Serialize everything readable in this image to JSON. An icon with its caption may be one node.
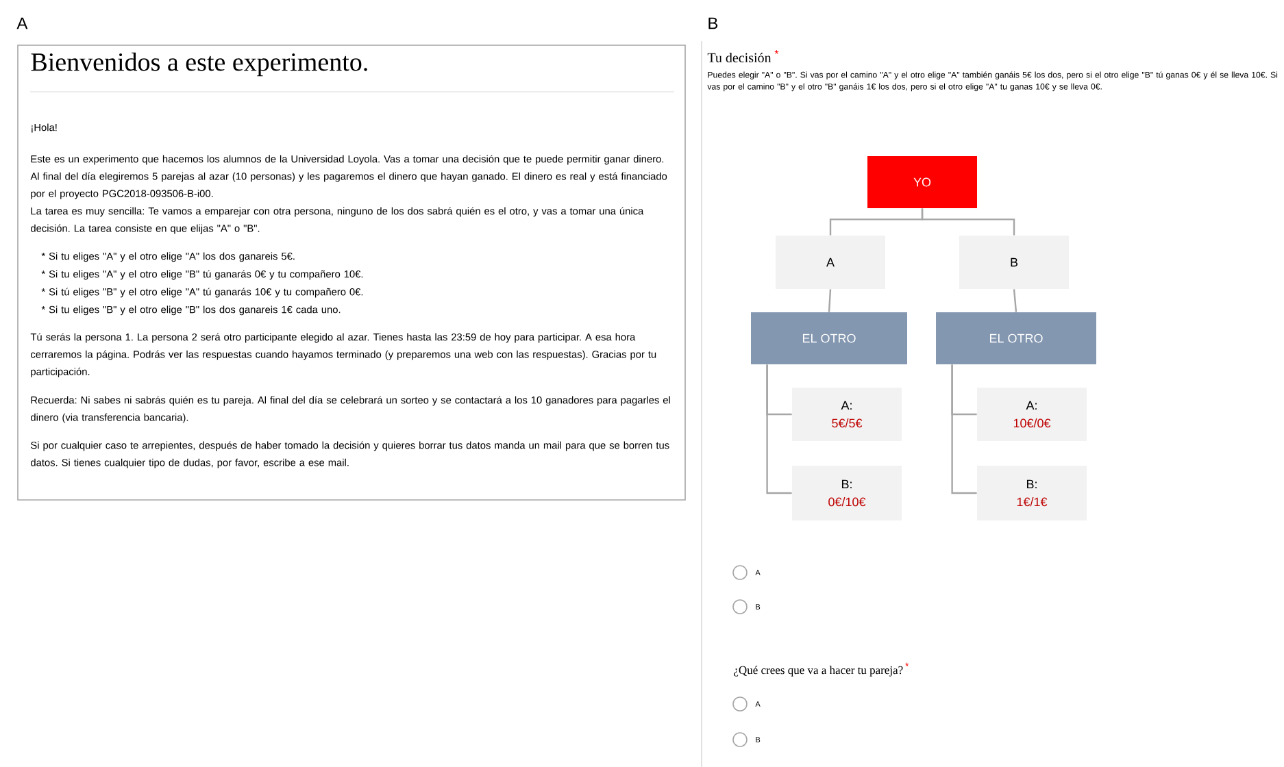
{
  "diagram": {
    "nodes": [
      {
        "text": [
          "Bienvenidos a este experimento.",
          "¡Hola!",
          "Este es un experimento que hacemos los alumnos de la Universidad Loyola. Vas a tomar una decisión que te puede permitir ganar dinero. Al final del día elegiremos 5 parejas al azar (10 personas) y les pagaremos el dinero que hayan ganado. El dinero es real y está financiado por el proyecto PGC2018-093506-B-i00.",
          "La tarea es muy sencilla: Te vamos a emparejar con otra persona, ninguno de los dos sabrá quién es el otro, y vas a tomar una única decisión. La tarea consiste en que elijas \"A\" o \"B\".",
          "* Si tu eliges \"A\" y el otro elige \"A\" los dos ganareis 5€.",
          "* Si tu eliges \"A\" y el otro elige \"B\" tú ganarás 0€ y tu compañero 10€.",
          "* Si tú eliges \"B\" y el otro elige \"A\" tú ganarás 10€ y tu compañero 0€.",
          "* Si tu eliges \"B\" y el otro elige \"B\" los dos ganareis 1€ cada uno.",
          "Tú serás la persona 1. La persona 2 será otro participante elegido al azar. Tienes hasta las 23:59 de hoy para participar. A esa hora cerraremos la página. Podrás ver las respuestas cuando hayamos terminado (y preparemos una web con las respuestas). Gracias por tu participación.",
          "Recuerda: Ni sabes ni sabrás quién es tu pareja. Al final del día se celebrará un sorteo y se contactará a los 10 ganadores para pagarles el dinero (via transferencia bancaria).",
          "Si por cualquier caso te arrepientes, después de haber tomado la decisión y quieres borrar tus datos manda un mail para que se borren tus datos. Si tienes cualquier tipo de dudas, por favor, escribe a ese mail."
        ]
      },
      {
        "text": [
          "YO"
        ]
      },
      {
        "text": [
          "A"
        ]
      },
      {
        "text": [
          "B"
        ]
      },
      {
        "text": [
          "EL OTRO"
        ]
      },
      {
        "text": [
          "EL OTRO"
        ]
      },
      {
        "text": [
          "A:",
          "5€/5€"
        ]
      },
      {
        "text": [
          "B:",
          "0€/10€"
        ]
      },
      {
        "text": [
          "A:",
          "10€/0€"
        ]
      },
      {
        "text": [
          "B:",
          "1€/1€"
        ]
      }
    ],
    "edges": [
      {
        "from": 1,
        "to": 2,
        "arrow": "none"
      },
      {
        "from": 1,
        "to": 3,
        "arrow": "none"
      },
      {
        "from": 2,
        "to": 4,
        "arrow": "none"
      },
      {
        "from": 3,
        "to": 5,
        "arrow": "none"
      },
      {
        "from": 4,
        "to": 6,
        "arrow": "none"
      },
      {
        "from": 4,
        "to": 7,
        "arrow": "none"
      },
      {
        "from": 5,
        "to": 8,
        "arrow": "none"
      },
      {
        "from": 5,
        "to": 9,
        "arrow": "none"
      }
    ],
    "labels": [
      "A",
      "B",
      "Tu decisión",
      "*",
      "Puedes elegir \"A\" o \"B\". Si vas por el camino \"A\" y el otro elige \"A\" también ganáis 5€ los dos, pero si el otro elige \"B\" tú ganas 0€ y él se lleva 10€. Si vas por el camino \"B\" y el otro \"B\" ganáis 1€ los dos, pero si el otro elige \"A\" tu ganas 10€ y se lleva 0€.",
      "A",
      "B",
      "¿Qué crees que va a hacer tu pareja?",
      "*",
      "A",
      "B"
    ]
  }
}
